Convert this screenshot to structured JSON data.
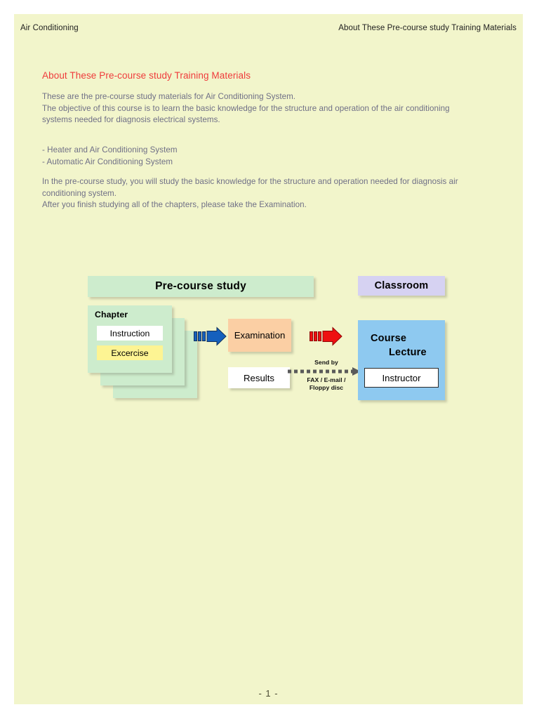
{
  "header": {
    "left": "Air Conditioning",
    "right": "About These Pre-course study Training Materials"
  },
  "title": "About These Pre-course study Training Materials",
  "body": {
    "intro_lines": [
      "These are the pre-course study materials for Air Conditioning System.",
      "The objective of this course is to learn the basic knowledge for the structure and operation of the air conditioning systems needed for diagnosis electrical systems."
    ],
    "list_items": [
      "- Heater and Air Conditioning System",
      "- Automatic Air Conditioning System"
    ],
    "outro_lines": [
      "In the pre-course study, you will study the basic knowledge for the structure and operation needed for diagnosis air conditioning system.",
      "After you finish studying all of the chapters, please take the Examination."
    ]
  },
  "diagram": {
    "banner_precourse": "Pre-course study",
    "banner_classroom": "Classroom",
    "chapter_label": "Chapter",
    "chapter_instruction": "Instruction",
    "chapter_exercise": "Excercise",
    "examination": "Examination",
    "results": "Results",
    "lecture_line1": "Course",
    "lecture_line2": "Lecture",
    "instructor": "Instructor",
    "send_caption_line1": "Send by",
    "send_caption_line2": "FAX / E-mail /",
    "send_caption_line3": "Floppy disc",
    "arrow_blue_name": "blue-block-arrow",
    "arrow_red_name": "red-block-arrow"
  },
  "colors": {
    "page_background": "#f2f5cb",
    "title_red": "#ef3b3b",
    "body_text": "#6f6f86",
    "green_panel": "#cdeccd",
    "lavender_panel": "#d6d2f2",
    "peach_panel": "#fbcfa4",
    "yellow_panel": "#fdf493",
    "blue_panel": "#8ec9f0",
    "arrow_blue": "#1560bd",
    "arrow_red": "#ee1111"
  },
  "footer": {
    "page_number": "- 1 -"
  }
}
